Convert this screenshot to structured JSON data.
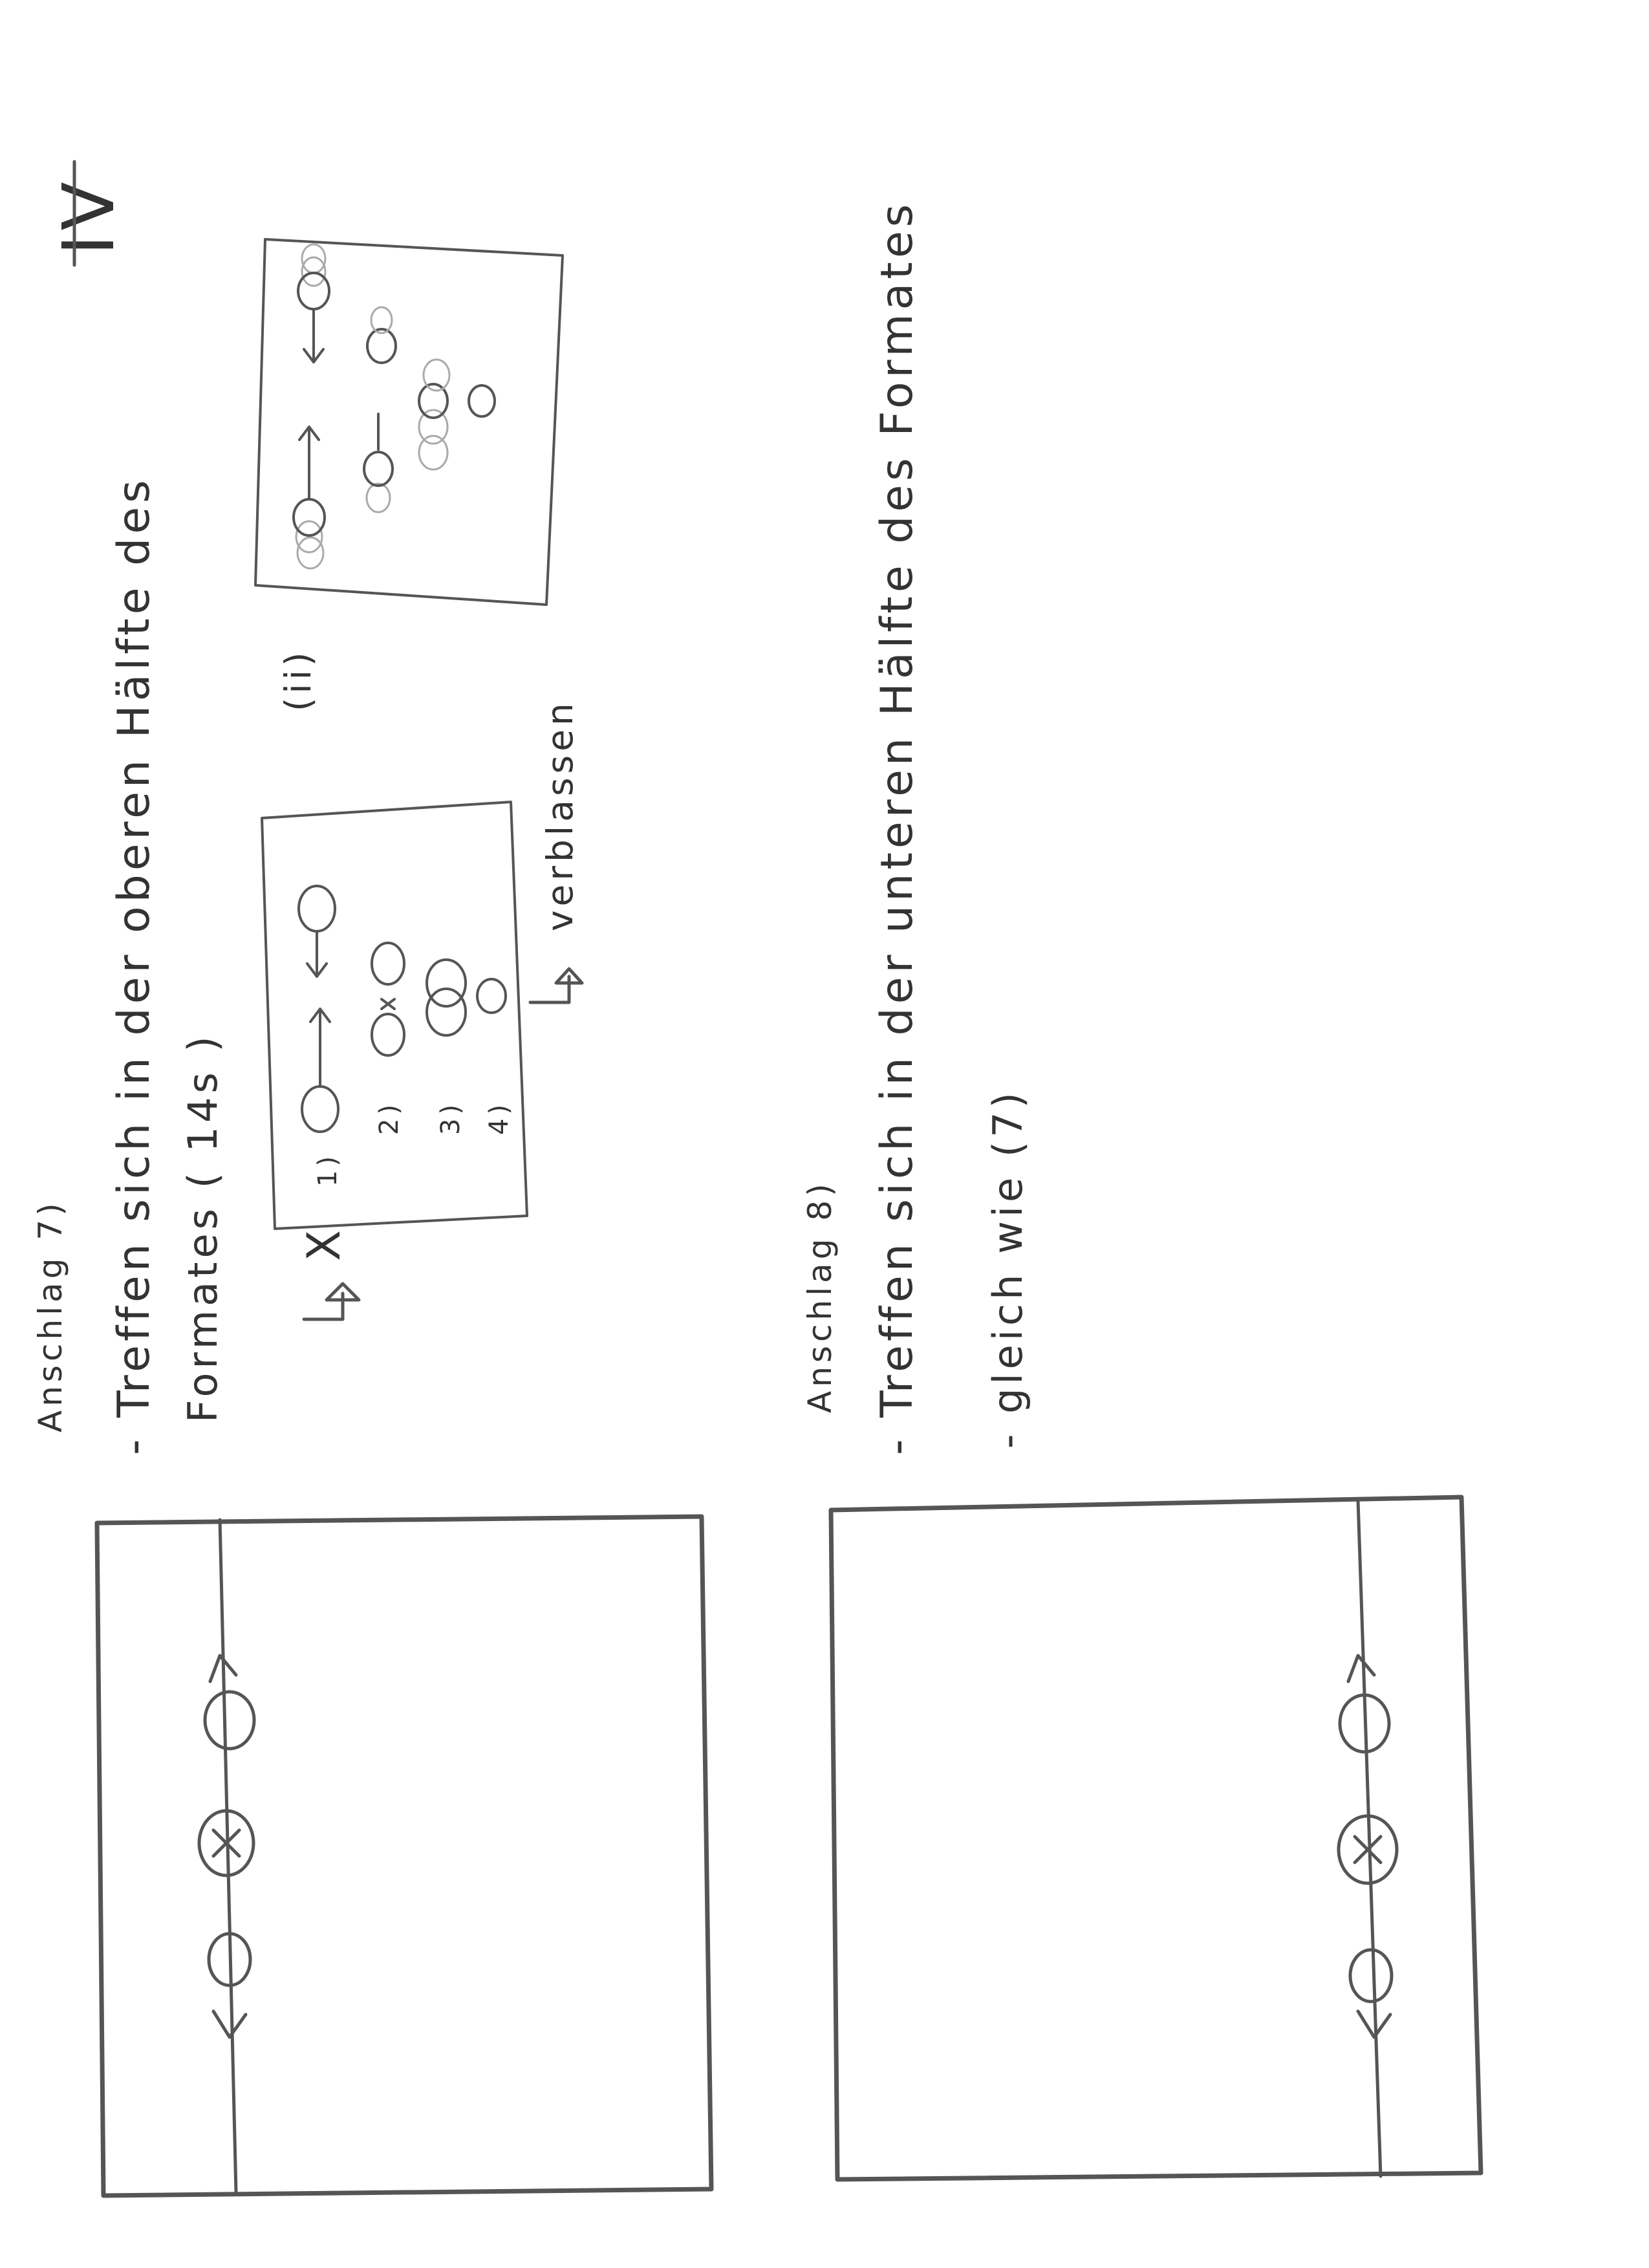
{
  "page_number": "IV",
  "section_7": {
    "heading": "Anschlag 7)",
    "line1": "- Treffen sich in der oberen Hälfte des",
    "line2": "Formates ( 14s )",
    "result_label": "X",
    "steps": [
      "1)",
      "2)",
      "3)",
      "4)"
    ],
    "fade_label": "verblassen",
    "variant_label": "(ii)"
  },
  "section_8": {
    "heading": "Anschlag 8)",
    "line1": "- Treffen sich in der unteren Hälfte des Formates",
    "line2": "- gleich wie (7)"
  },
  "colors": {
    "paper": "#ffffff",
    "pencil": "#555555",
    "text": "#333333"
  }
}
